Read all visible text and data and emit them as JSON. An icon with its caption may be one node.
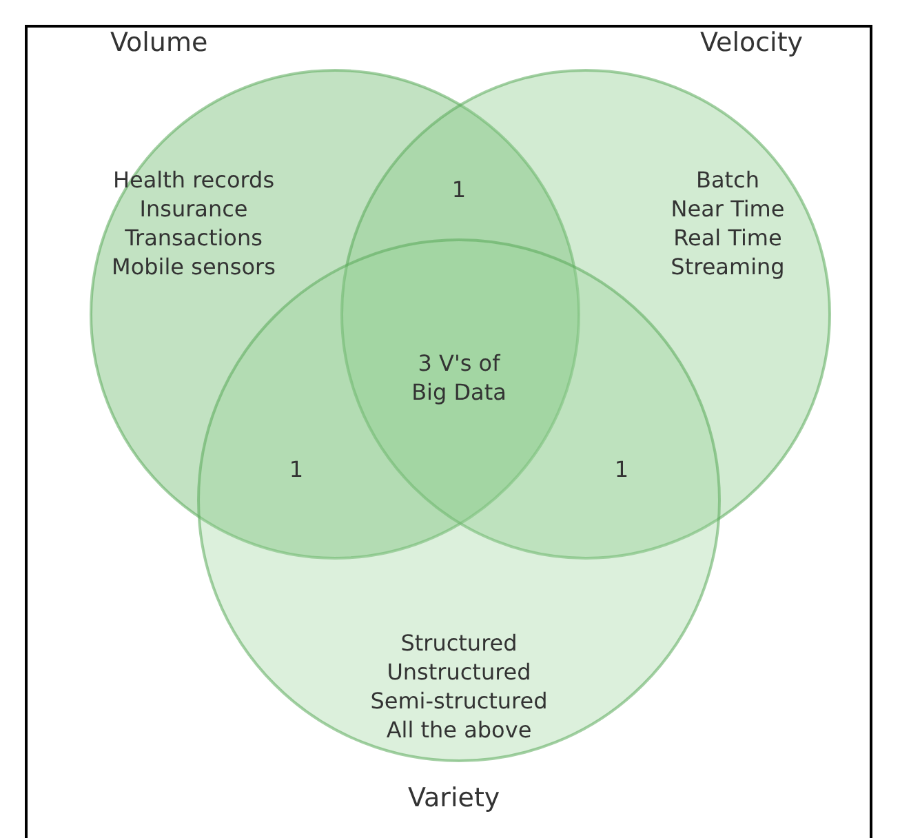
{
  "diagram": {
    "nodes": [
      {
        "text": [
          "Volume",
          "Health records Insurance Transactions Mobile sensors"
        ]
      },
      {
        "text": [
          "Velocity",
          "Batch Near Time Real Time Streaming"
        ]
      },
      {
        "text": [
          "Structured Unstructured Semi-structured All the above",
          "Variety"
        ]
      }
    ],
    "edges": [],
    "labels": [
      "1",
      "3 V's of Big Data",
      "1",
      "1"
    ]
  }
}
